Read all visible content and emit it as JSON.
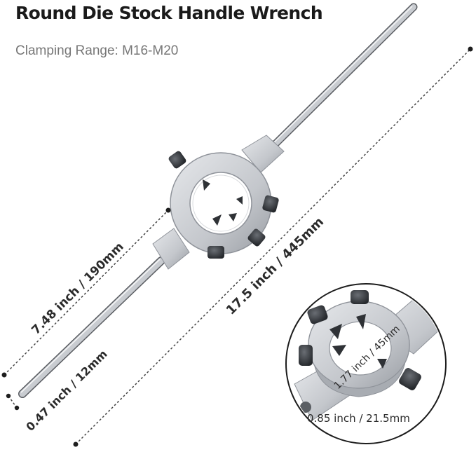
{
  "header": {
    "title": "Round Die Stock Handle Wrench",
    "subtitle": "Clamping Range: M16-M20"
  },
  "dimensions": {
    "handle_length": "7.48 inch / 190mm",
    "total_length": "17.5 inch / 445mm",
    "rod_diameter": "0.47 inch / 12mm",
    "inner_diameter": "1.77 inch / 45mm",
    "thickness": "0.85 inch / 21.5mm"
  },
  "product": {
    "name": "die-stock-wrench",
    "colors": {
      "metal": "#c9ccd1",
      "metal_shadow": "#8f939a",
      "screw": "#3a3d42",
      "rod": "#d7dadf",
      "dashed_line": "#444444"
    }
  }
}
